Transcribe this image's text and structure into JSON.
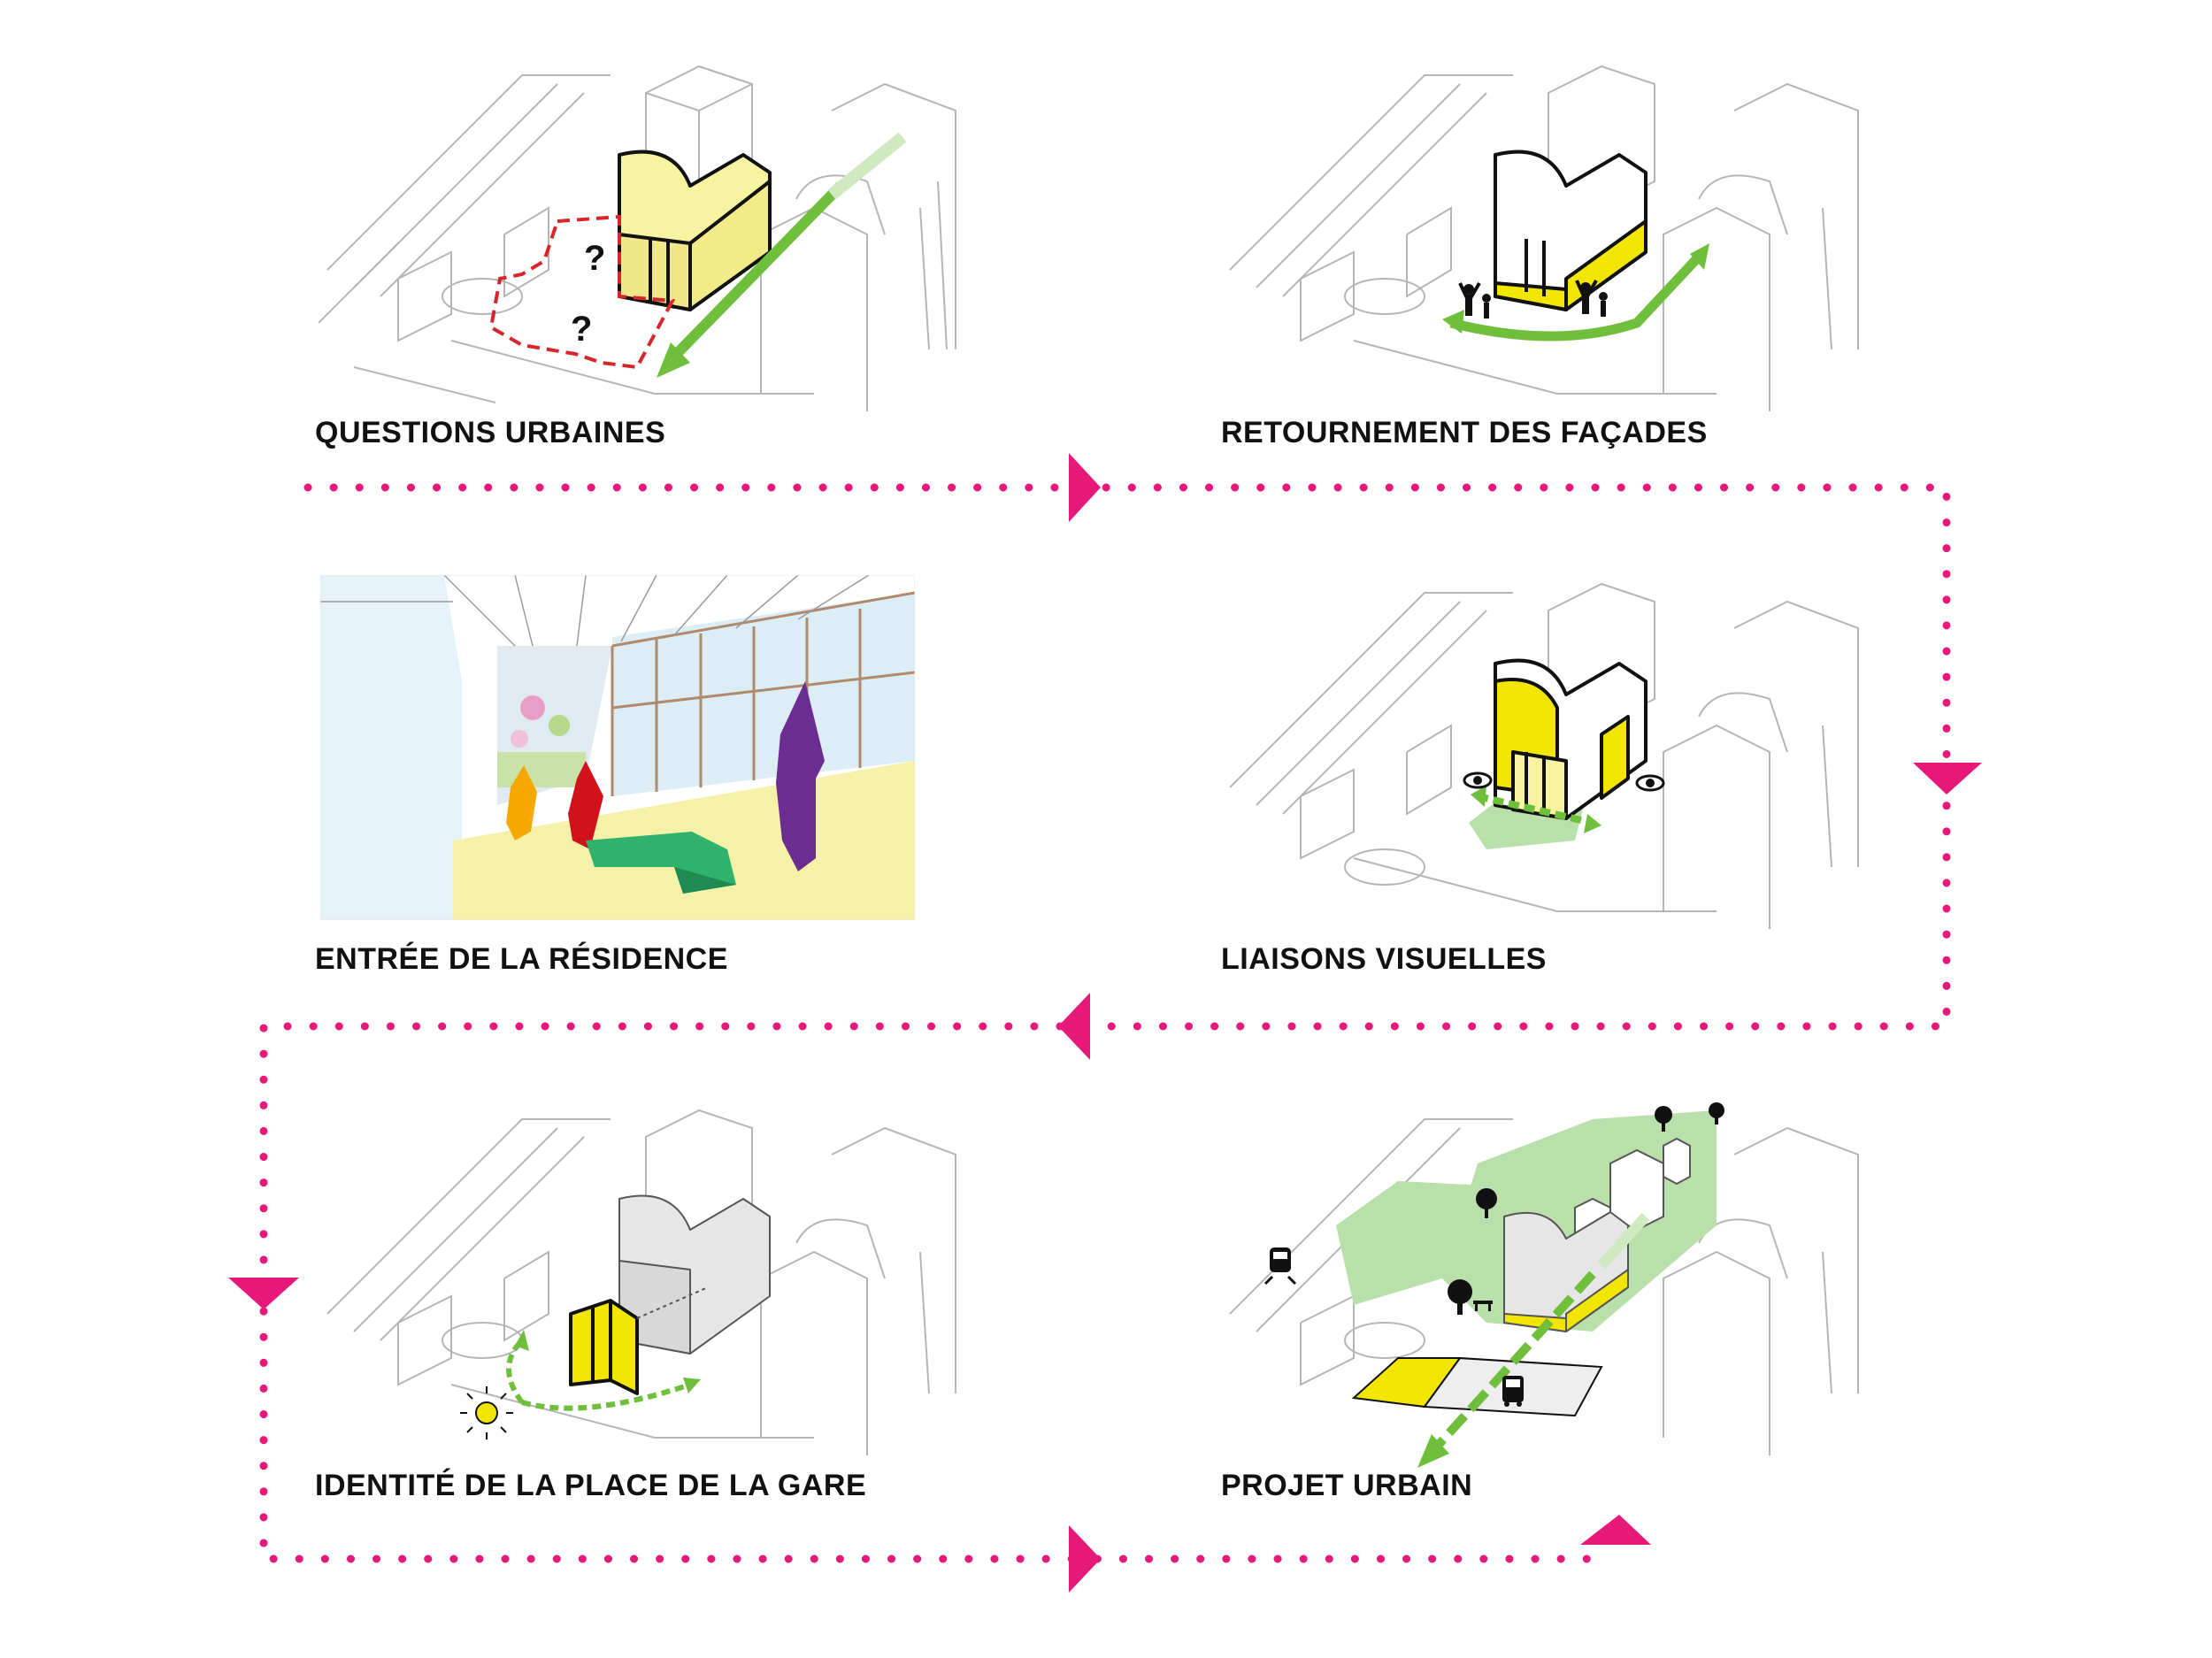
{
  "steps": [
    {
      "id": "questions-urbaines",
      "caption": "QUESTIONS URBAINES",
      "marks": [
        "?",
        "?"
      ]
    },
    {
      "id": "retournement-des-facades",
      "caption": "RETOURNEMENT DES FAÇADES"
    },
    {
      "id": "entree-de-la-residence",
      "caption": "ENTRÉE DE LA RÉSIDENCE"
    },
    {
      "id": "liaisons-visuelles",
      "caption": "LIAISONS VISUELLES"
    },
    {
      "id": "identite-place-gare",
      "caption": "IDENTITÉ DE LA PLACE DE LA GARE"
    },
    {
      "id": "projet-urbain",
      "caption": "PROJET URBAIN"
    }
  ],
  "colors": {
    "flow": "#e6197a",
    "building_yellow": "#f7f3a0",
    "accent_yellow": "#f2e500",
    "arrow_green": "#6fbf3c",
    "green_area": "#b9dfaa",
    "boundary_red": "#d7262b",
    "sketch_line": "#b5b5b5",
    "purple": "#6b2d91",
    "red_figure": "#d0121b",
    "orange_figure": "#f5a800",
    "teal_bench": "#2fb26c"
  },
  "icons": [
    "question-mark-icon",
    "people-icon",
    "eye-icon",
    "sun-icon",
    "train-icon",
    "bus-icon",
    "tree-icon",
    "bench-icon"
  ]
}
